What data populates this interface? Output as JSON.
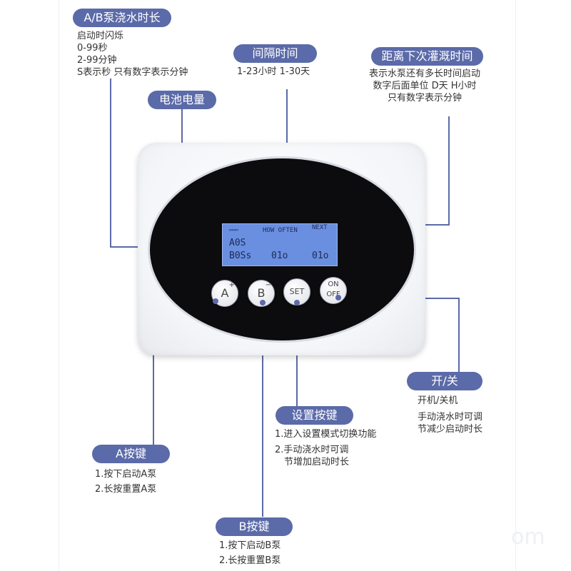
{
  "callouts": {
    "ab_pump": {
      "title": "A/B泵浇水时长",
      "lines": [
        "启动时闪烁",
        "0-99秒",
        "2-99分钟",
        "S表示秒 只有数字表示分钟"
      ]
    },
    "interval": {
      "title": "间隔时间",
      "lines": [
        "1-23小时  1-30天"
      ]
    },
    "next": {
      "title": "距离下次灌溉时间",
      "lines": [
        "表示水泵还有多长时间启动",
        "数字后面单位  D天  H小时",
        "只有数字表示分钟"
      ]
    },
    "battery": {
      "title": "电池电量"
    },
    "onoff": {
      "title": "开/关",
      "lines": [
        "开机/关机",
        "手动浇水时可调",
        "节减少启动时长"
      ]
    },
    "set": {
      "title": "设置按键",
      "lines": [
        "1.进入设置模式切换功能",
        "2.手动浇水时可调",
        "节增加启动时长"
      ]
    },
    "a": {
      "title": "A按键",
      "lines": [
        "1.按下启动A泵",
        "2.长按重置A泵"
      ]
    },
    "b": {
      "title": "B按键",
      "lines": [
        "1.按下启动B泵",
        "2.长按重置B泵"
      ]
    }
  },
  "lcd": {
    "battery": "▭▭▭",
    "how_often": "HOW OFTEN",
    "next": "NEXT",
    "row_a": "A0S",
    "row_b": "B0Ss",
    "mid": "01o",
    "right": "01o"
  },
  "buttons": {
    "a": {
      "label": "A",
      "sup": "+"
    },
    "b": {
      "label": "B",
      "sup": "−"
    },
    "set": {
      "label": "SET"
    },
    "onoff": {
      "top": "ON",
      "bottom": "OFF"
    }
  },
  "watermark": "om",
  "colors": {
    "accent": "#5b6aa8",
    "lcd": "#6a8fe0",
    "screen": "#0c0c0e"
  }
}
